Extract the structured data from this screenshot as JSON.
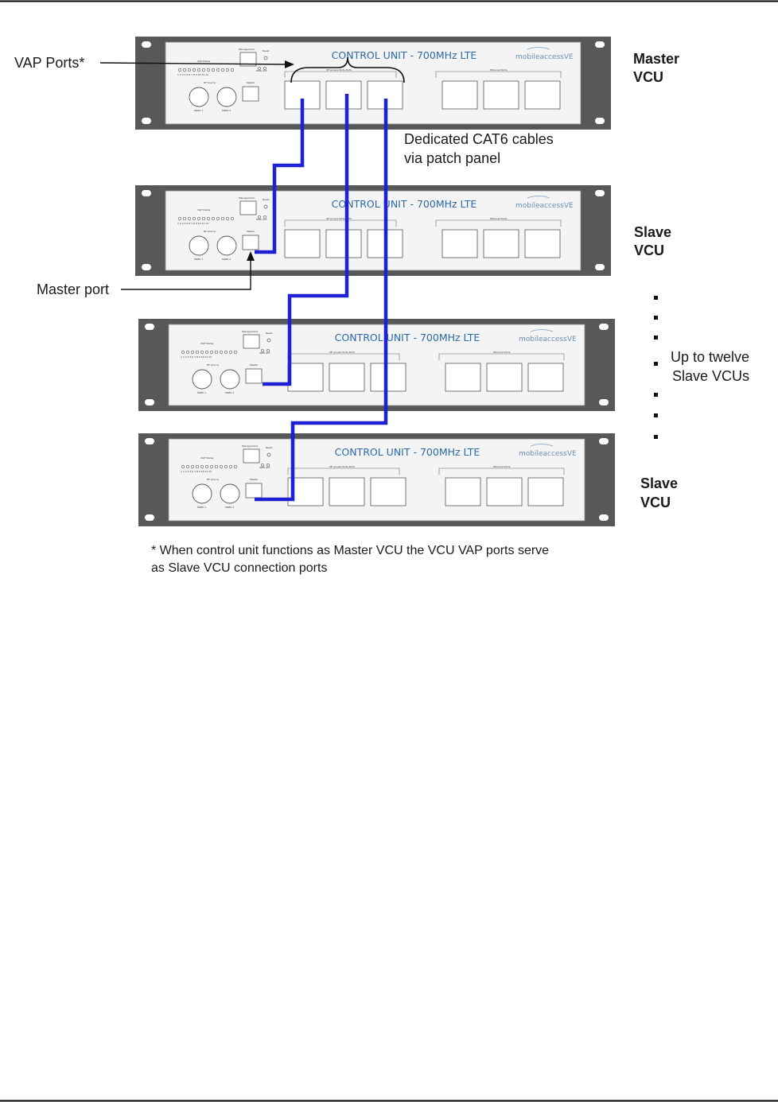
{
  "diagram": {
    "callouts": {
      "vap_ports": "VAP Ports*",
      "cables_line1": "Dedicated CAT6 cables",
      "cables_line2": "via patch panel",
      "master_port": "Master port",
      "up_to_line1": "Up to twelve",
      "up_to_line2": "Slave VCUs"
    },
    "units": [
      {
        "role_line1": "Master",
        "role_line2": "VCU",
        "title": "CONTROL UNIT - 700MHz LTE",
        "brand": "mobileaccessVE"
      },
      {
        "role_line1": "Slave",
        "role_line2": "VCU",
        "title": "CONTROL UNIT - 700MHz LTE",
        "brand": "mobileaccessVE"
      },
      {
        "role_line1": "",
        "role_line2": "",
        "title": "CONTROL UNIT - 700MHz LTE",
        "brand": "mobileaccessVE"
      },
      {
        "role_line1": "Slave",
        "role_line2": "VCU",
        "title": "CONTROL UNIT - 700MHz LTE",
        "brand": "mobileaccessVE"
      }
    ],
    "panel_labels": {
      "management": "Management",
      "reset": "Reset",
      "pwr_act": "PWR ACT",
      "vap_status": "VAP Status",
      "led_numbers": "1 2 3 4 5 6 7 8 9 10 11 12",
      "rf_source": "RF Source",
      "mimo1": "MIMO 1",
      "mimo2": "MIMO 2",
      "master": "Master",
      "ve_access_ports": "VE Access Ports Ports",
      "ethernet_ports": "Ethernet Ports"
    },
    "footnote_line1": "* When control unit functions as Master VCU the VCU VAP ports serve",
    "footnote_line2": "as Slave VCU connection ports",
    "colors": {
      "cable": "#1f1fd6",
      "rack": "#58585a",
      "faceplate": "#f4f4f4",
      "title": "#2a6aa8"
    }
  }
}
